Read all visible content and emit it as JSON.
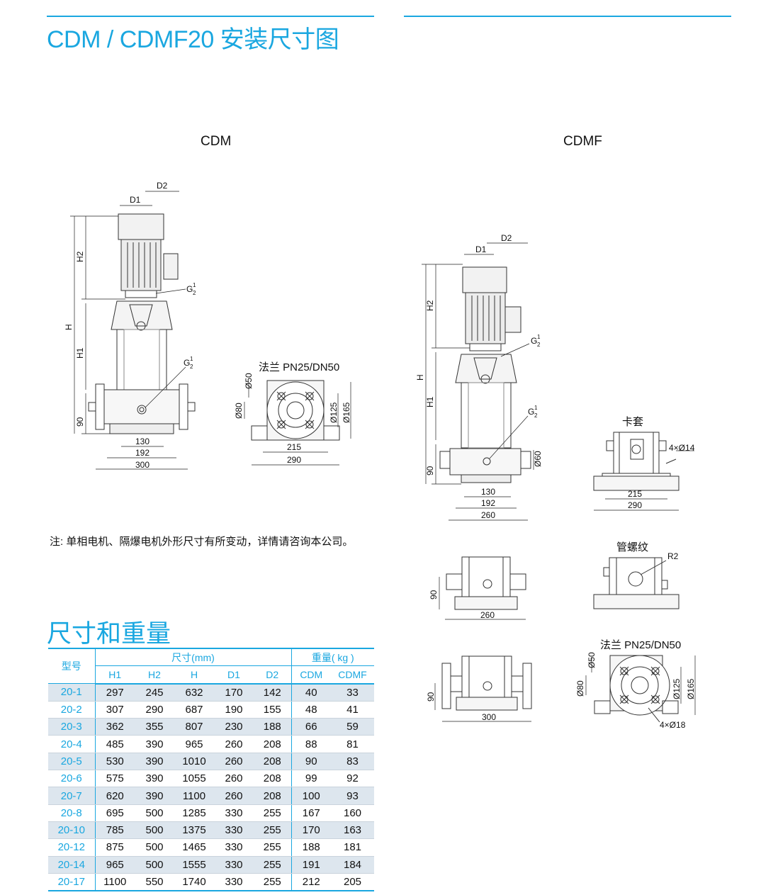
{
  "header": {
    "title": "CDM / CDMF20 安装尺寸图"
  },
  "views": {
    "cdm_label": "CDM",
    "cdmf_label": "CDMF"
  },
  "cdm_drawing": {
    "dims": [
      "D1",
      "D2",
      "H2",
      "H",
      "H1",
      "90",
      "130",
      "192",
      "300"
    ],
    "g_label": "G",
    "g_frac_num": "1",
    "g_frac_den": "2"
  },
  "flange_top": {
    "label": "法兰 PN25/DN50",
    "dims": [
      "Ø50",
      "Ø80",
      "Ø125",
      "Ø165",
      "215",
      "290"
    ]
  },
  "cdmf_drawing": {
    "dims": [
      "D1",
      "D2",
      "H2",
      "H",
      "H1",
      "90",
      "130",
      "192",
      "260",
      "Ø60"
    ]
  },
  "clamp": {
    "label": "卡套",
    "dims": [
      "4×Ø14",
      "215",
      "290"
    ]
  },
  "pipe_thread": {
    "label": "管螺纹",
    "dims": [
      "R2"
    ]
  },
  "small_views": {
    "dims": [
      "90",
      "260",
      "90",
      "300"
    ]
  },
  "flange_bottom": {
    "label": "法兰 PN25/DN50",
    "dims": [
      "Ø50",
      "Ø80",
      "Ø125",
      "Ø165",
      "4×Ø18"
    ]
  },
  "note": "注:  单相电机、隔爆电机外形尺寸有所变动，详情请咨询本公司。",
  "table": {
    "title": "尺寸和重量",
    "model_header": "型号",
    "size_group": "尺寸(mm)",
    "weight_group": "重量( kg )",
    "columns": [
      "H1",
      "H2",
      "H",
      "D1",
      "D2",
      "CDM",
      "CDMF"
    ],
    "rows": [
      [
        "20-1",
        "297",
        "245",
        "632",
        "170",
        "142",
        "40",
        "33"
      ],
      [
        "20-2",
        "307",
        "290",
        "687",
        "190",
        "155",
        "48",
        "41"
      ],
      [
        "20-3",
        "362",
        "355",
        "807",
        "230",
        "188",
        "66",
        "59"
      ],
      [
        "20-4",
        "485",
        "390",
        "965",
        "260",
        "208",
        "88",
        "81"
      ],
      [
        "20-5",
        "530",
        "390",
        "1010",
        "260",
        "208",
        "90",
        "83"
      ],
      [
        "20-6",
        "575",
        "390",
        "1055",
        "260",
        "208",
        "99",
        "92"
      ],
      [
        "20-7",
        "620",
        "390",
        "1100",
        "260",
        "208",
        "100",
        "93"
      ],
      [
        "20-8",
        "695",
        "500",
        "1285",
        "330",
        "255",
        "167",
        "160"
      ],
      [
        "20-10",
        "785",
        "500",
        "1375",
        "330",
        "255",
        "170",
        "163"
      ],
      [
        "20-12",
        "875",
        "500",
        "1465",
        "330",
        "255",
        "188",
        "181"
      ],
      [
        "20-14",
        "965",
        "500",
        "1555",
        "330",
        "255",
        "191",
        "184"
      ],
      [
        "20-17",
        "1100",
        "550",
        "1740",
        "330",
        "255",
        "212",
        "205"
      ]
    ]
  }
}
